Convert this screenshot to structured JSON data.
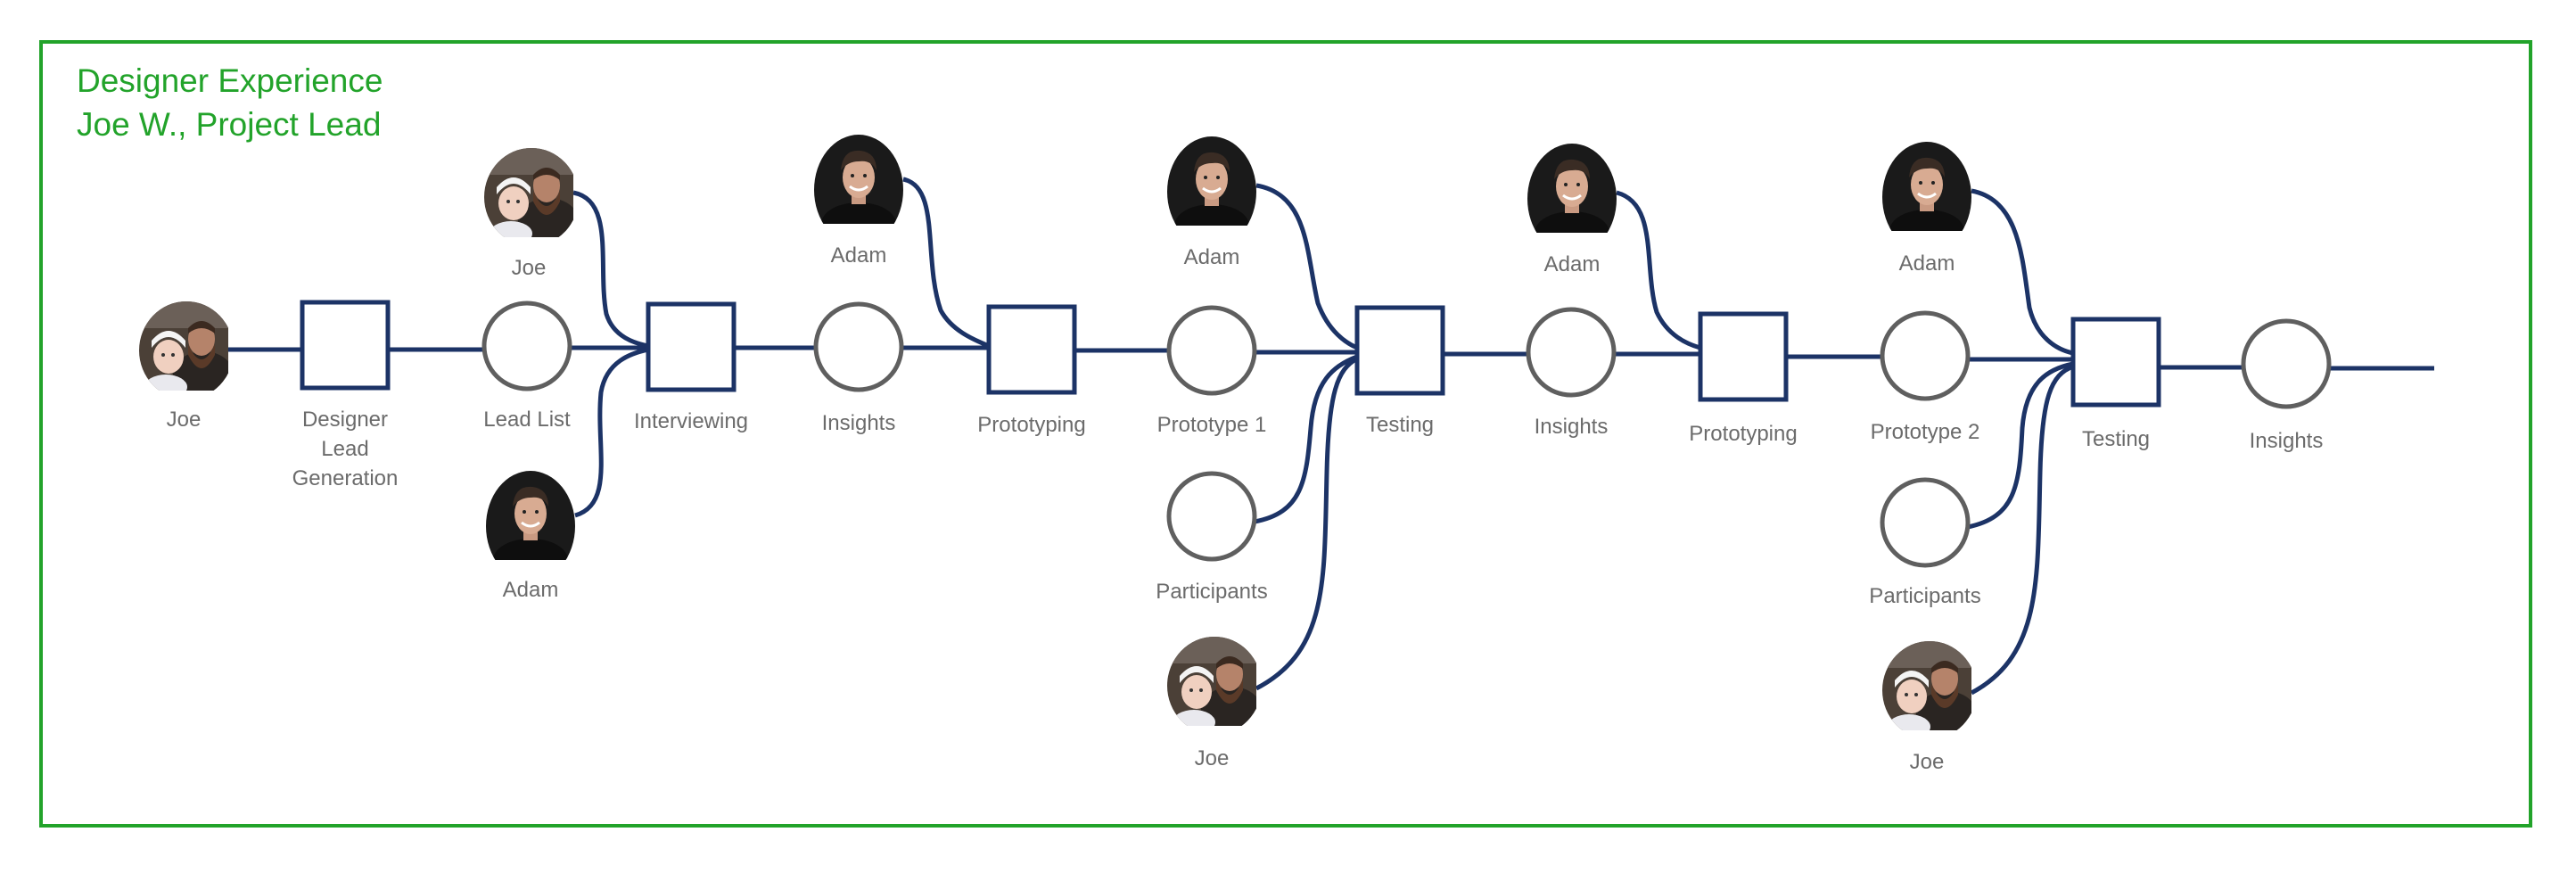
{
  "colors": {
    "frame": "#22a32a",
    "edge": "#1c3366",
    "circle": "#5f5f5f",
    "label": "#6b6b6b",
    "title": "#22a32a"
  },
  "header": {
    "title": "Designer Experience",
    "subtitle": "Joe W., Project Lead"
  },
  "nodes": {
    "joe_start": {
      "label": "Joe",
      "kind": "avatar-joe"
    },
    "designer_lead_generation": {
      "label": "Designer\nLead\nGeneration",
      "kind": "process"
    },
    "lead_list": {
      "label": "Lead List",
      "kind": "artifact"
    },
    "joe_interview": {
      "label": "Joe",
      "kind": "avatar-joe"
    },
    "adam_interview": {
      "label": "Adam",
      "kind": "avatar-adam"
    },
    "interviewing": {
      "label": "Interviewing",
      "kind": "process"
    },
    "insights_1": {
      "label": "Insights",
      "kind": "artifact"
    },
    "adam_proto1": {
      "label": "Adam",
      "kind": "avatar-adam"
    },
    "prototyping_1": {
      "label": "Prototyping",
      "kind": "process"
    },
    "adam_test1": {
      "label": "Adam",
      "kind": "avatar-adam"
    },
    "prototype_1": {
      "label": "Prototype 1",
      "kind": "artifact"
    },
    "participants_1": {
      "label": "Participants",
      "kind": "artifact"
    },
    "joe_test1": {
      "label": "Joe",
      "kind": "avatar-joe"
    },
    "testing_1": {
      "label": "Testing",
      "kind": "process"
    },
    "adam_proto2": {
      "label": "Adam",
      "kind": "avatar-adam"
    },
    "insights_2": {
      "label": "Insights",
      "kind": "artifact"
    },
    "prototyping_2": {
      "label": "Prototyping",
      "kind": "process"
    },
    "adam_test2": {
      "label": "Adam",
      "kind": "avatar-adam"
    },
    "prototype_2": {
      "label": "Prototype 2",
      "kind": "artifact"
    },
    "participants_2": {
      "label": "Participants",
      "kind": "artifact"
    },
    "joe_test2": {
      "label": "Joe",
      "kind": "avatar-joe"
    },
    "testing_2": {
      "label": "Testing",
      "kind": "process"
    },
    "insights_3": {
      "label": "Insights",
      "kind": "artifact"
    }
  }
}
